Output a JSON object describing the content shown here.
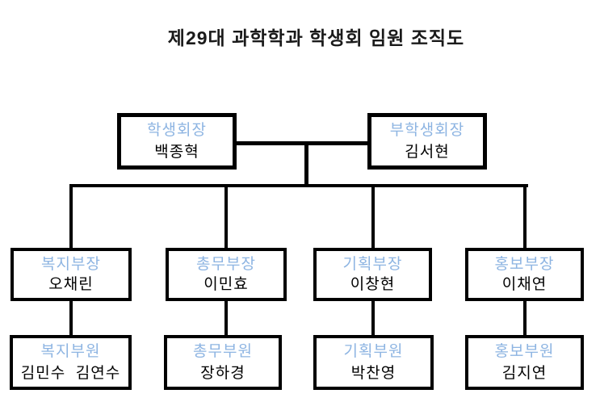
{
  "title": "제29대 과학학과 학생회 임원 조직도",
  "colors": {
    "role_text": "#8DB4E2",
    "name_text": "#000000",
    "line": "#000000",
    "background": "#FFFFFF"
  },
  "executives": [
    {
      "role": "학생회장",
      "name": "백종혁"
    },
    {
      "role": "부학생회장",
      "name": "김서현"
    }
  ],
  "departments": [
    {
      "head": {
        "role": "복지부장",
        "name": "오채린"
      },
      "members": {
        "role": "복지부원",
        "name": "김민수  김연수"
      }
    },
    {
      "head": {
        "role": "총무부장",
        "name": "이민효"
      },
      "members": {
        "role": "총무부원",
        "name": "장하경"
      }
    },
    {
      "head": {
        "role": "기획부장",
        "name": "이창현"
      },
      "members": {
        "role": "기획부원",
        "name": "박찬영"
      }
    },
    {
      "head": {
        "role": "홍보부장",
        "name": "이채연"
      },
      "members": {
        "role": "홍보부원",
        "name": "김지연"
      }
    }
  ]
}
